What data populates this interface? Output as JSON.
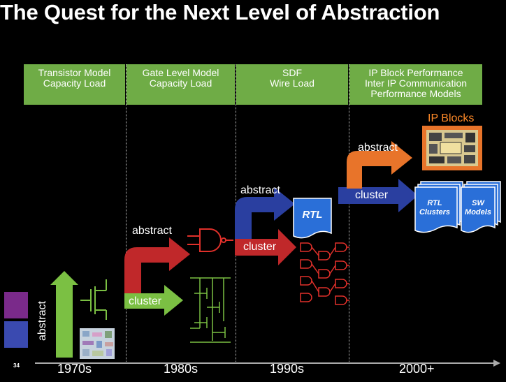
{
  "title": "The Quest for the Next Level of Abstraction",
  "headers": [
    {
      "line1": "Transistor Model",
      "line2": "Capacity Load",
      "line3": ""
    },
    {
      "line1": "Gate Level Model",
      "line2": "Capacity Load",
      "line3": ""
    },
    {
      "line1": "SDF",
      "line2": "Wire Load",
      "line3": ""
    },
    {
      "line1": "IP Block Performance",
      "line2": "Inter IP Communication",
      "line3": "Performance Models"
    }
  ],
  "decades": [
    "1970s",
    "1980s",
    "1990s",
    "2000+"
  ],
  "labels": {
    "abstract_1970s": "abstract",
    "cluster_1980s": "cluster",
    "abstract_1980s": "abstract",
    "abstract_1990s": "abstract",
    "cluster_1990s": "cluster",
    "rtl": "RTL",
    "abstract_2000s": "abstract",
    "cluster_2000s": "cluster",
    "ip_blocks": "IP Blocks",
    "rtl_clusters_1": "RTL",
    "rtl_clusters_2": "Clusters",
    "sw_models_1": "SW",
    "sw_models_2": "Models"
  },
  "page_number": "34",
  "colors": {
    "header_green": "#6fac46",
    "arrow_green": "#7bc043",
    "arrow_red": "#c0282a",
    "arrow_blue": "#2a3fa0",
    "arrow_orange": "#e8742a",
    "gate_red": "#e0302a",
    "doc_blue": "#2a6fd8",
    "ip_orange": "#ff8a28",
    "square_purple": "#7a2a8a",
    "square_blue": "#3a4ab0"
  },
  "icons": [
    "transistor-icon",
    "chip-layout-icon",
    "nand-gate-icon",
    "gate-netlist-icon",
    "rtl-document-icon",
    "ip-block-chip-icon"
  ]
}
